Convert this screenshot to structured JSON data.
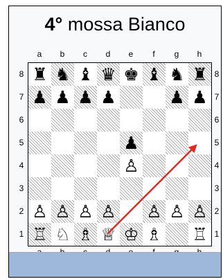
{
  "title": {
    "number": "4°",
    "text": "mossa Bianco"
  },
  "files": [
    "a",
    "b",
    "c",
    "d",
    "e",
    "f",
    "g",
    "h"
  ],
  "ranks": [
    "8",
    "7",
    "6",
    "5",
    "4",
    "3",
    "2",
    "1"
  ],
  "board": [
    [
      "♜",
      "♞",
      "♝",
      "♛",
      "♚",
      "♝",
      "♞",
      "♜"
    ],
    [
      "♟",
      "♟",
      "♟",
      "♟",
      "",
      "",
      "♟",
      "♟"
    ],
    [
      "",
      "",
      "",
      "",
      "",
      "",
      "",
      ""
    ],
    [
      "",
      "",
      "",
      "",
      "♟",
      "",
      "",
      ""
    ],
    [
      "",
      "",
      "",
      "",
      "♙",
      "",
      "",
      ""
    ],
    [
      "",
      "",
      "",
      "",
      "",
      "",
      "",
      ""
    ],
    [
      "♙",
      "♙",
      "♙",
      "♙",
      "",
      "♙",
      "♙",
      "♙"
    ],
    [
      "♖",
      "♘",
      "♗",
      "♕",
      "♔",
      "♗",
      "",
      "♖"
    ]
  ],
  "arrow": {
    "from": "d1",
    "to": "h5",
    "color": "#e8261f"
  }
}
